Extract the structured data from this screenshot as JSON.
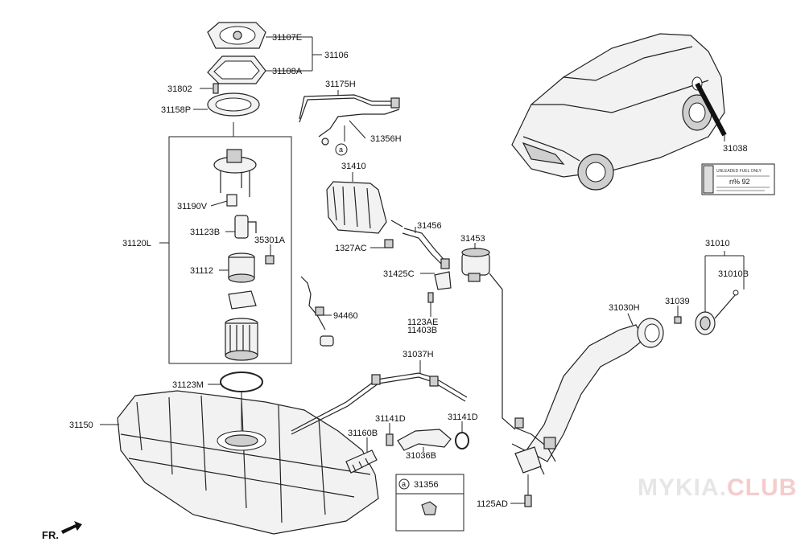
{
  "parts": {
    "p31107E": "31107E",
    "p31106": "31106",
    "p31108A": "31108A",
    "p31802": "31802",
    "p31175H": "31175H",
    "p31158P": "31158P",
    "p31356H": "31356H",
    "p31038": "31038",
    "p31410": "31410",
    "p31190V": "31190V",
    "p31123B": "31123B",
    "p35301A": "35301A",
    "p31456": "31456",
    "p31453": "31453",
    "p1327AC": "1327AC",
    "p31120L": "31120L",
    "p31112": "31112",
    "p31425C": "31425C",
    "p31010": "31010",
    "p31010B": "31010B",
    "p94460": "94460",
    "p31030H": "31030H",
    "p31039": "31039",
    "p1123AE": "1123AE",
    "p11403B": "11403B",
    "p31037H": "31037H",
    "p31123M": "31123M",
    "p31150": "31150",
    "p31141D_a": "31141D",
    "p31141D_b": "31141D",
    "p31160B": "31160B",
    "p31036B": "31036B",
    "p31356": "31356",
    "p1125AD": "1125AD"
  },
  "callout_a": "a",
  "fuel_label": {
    "line1": "UNLEADED FUEL ONLY",
    "line2": "n% 92"
  },
  "direction_label": "FR.",
  "watermark": {
    "main": "MYKIA.",
    "club": "CLUB"
  }
}
